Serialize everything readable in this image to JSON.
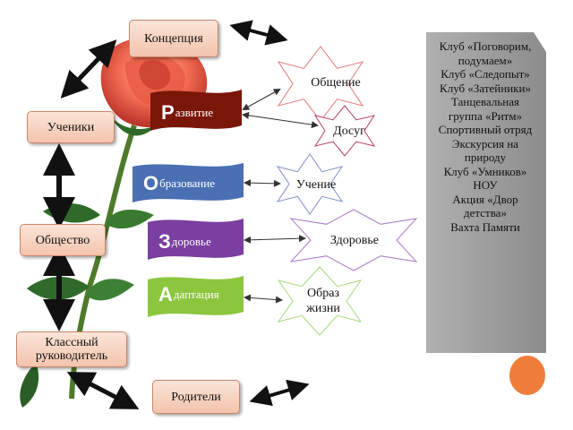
{
  "roles": {
    "concept": "Концепция",
    "students": "Ученики",
    "society": "Общество",
    "teacher": "Классный руководитель",
    "parents": "Родители"
  },
  "banners": [
    {
      "initial": "Р",
      "rest": "азвитие",
      "color": "#7a1608"
    },
    {
      "initial": "О",
      "rest": "бразование",
      "color": "#4a6fb3"
    },
    {
      "initial": "З",
      "rest": "доровье",
      "color": "#7a3fa0"
    },
    {
      "initial": "А",
      "rest": "даптация",
      "color": "#8cc63f"
    }
  ],
  "stars": [
    {
      "label": "Общение",
      "stroke": "#e07b7b"
    },
    {
      "label": "Досуг",
      "stroke": "#b53c6e"
    },
    {
      "label": "Учение",
      "stroke": "#7f8fc9"
    },
    {
      "label": "Здоровье",
      "stroke": "#a97bc9"
    },
    {
      "label": "Образ жизни",
      "stroke": "#a6d97a"
    }
  ],
  "activities": [
    "Клуб «Поговорим, подумаем»",
    "Клуб «Следопыт»",
    "Клуб «Затейники»",
    "Танцевальная группа «Ритм»",
    "Спортивный отряд",
    "Экскурсия на природу",
    "Клуб «Умников»",
    "НОУ",
    "Акция «Двор детства»",
    "Вахта Памяти"
  ],
  "colors": {
    "accent_orange": "#f07e3a",
    "panel_gray": "#9a9a9a",
    "rose": "#e8604a",
    "leaf": "#2f6a2a"
  }
}
